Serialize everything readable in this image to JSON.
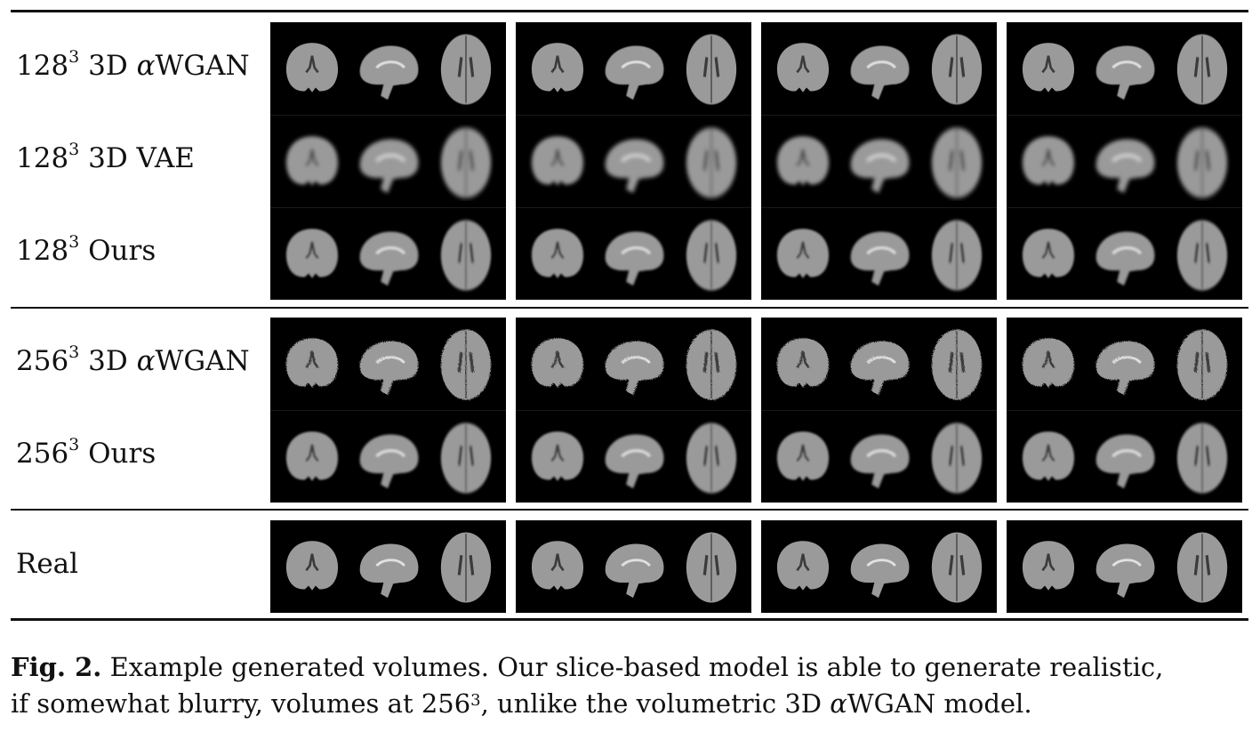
{
  "rows": [
    {
      "size": "128",
      "exp": "3",
      "method_pre": "3D ",
      "alpha": "α",
      "method_post": "WGAN",
      "style": "sharp"
    },
    {
      "size": "128",
      "exp": "3",
      "method_pre": "3D VAE",
      "alpha": "",
      "method_post": "",
      "style": "blur"
    },
    {
      "size": "128",
      "exp": "3",
      "method_pre": "Ours",
      "alpha": "",
      "method_post": "",
      "style": "medium"
    },
    {
      "size": "256",
      "exp": "3",
      "method_pre": "3D ",
      "alpha": "α",
      "method_post": "WGAN",
      "style": "noisy"
    },
    {
      "size": "256",
      "exp": "3",
      "method_pre": "Ours",
      "alpha": "",
      "method_post": "",
      "style": "medium"
    },
    {
      "size": "",
      "exp": "",
      "method_pre": "Real",
      "alpha": "",
      "method_post": "",
      "style": "real"
    }
  ],
  "caption": {
    "label": "Fig. 2.",
    "text_1": " Example generated volumes. Our slice-based model is able to generate realistic,",
    "text_2": "if somewhat blurry, volumes at 256",
    "exp": "3",
    "text_3": ", unlike the volumetric 3D ",
    "alpha": "α",
    "text_4": "WGAN model."
  },
  "colors": {
    "rule": "#111111",
    "panel_bg": "#000000",
    "tissue": "#9a9a9a"
  }
}
